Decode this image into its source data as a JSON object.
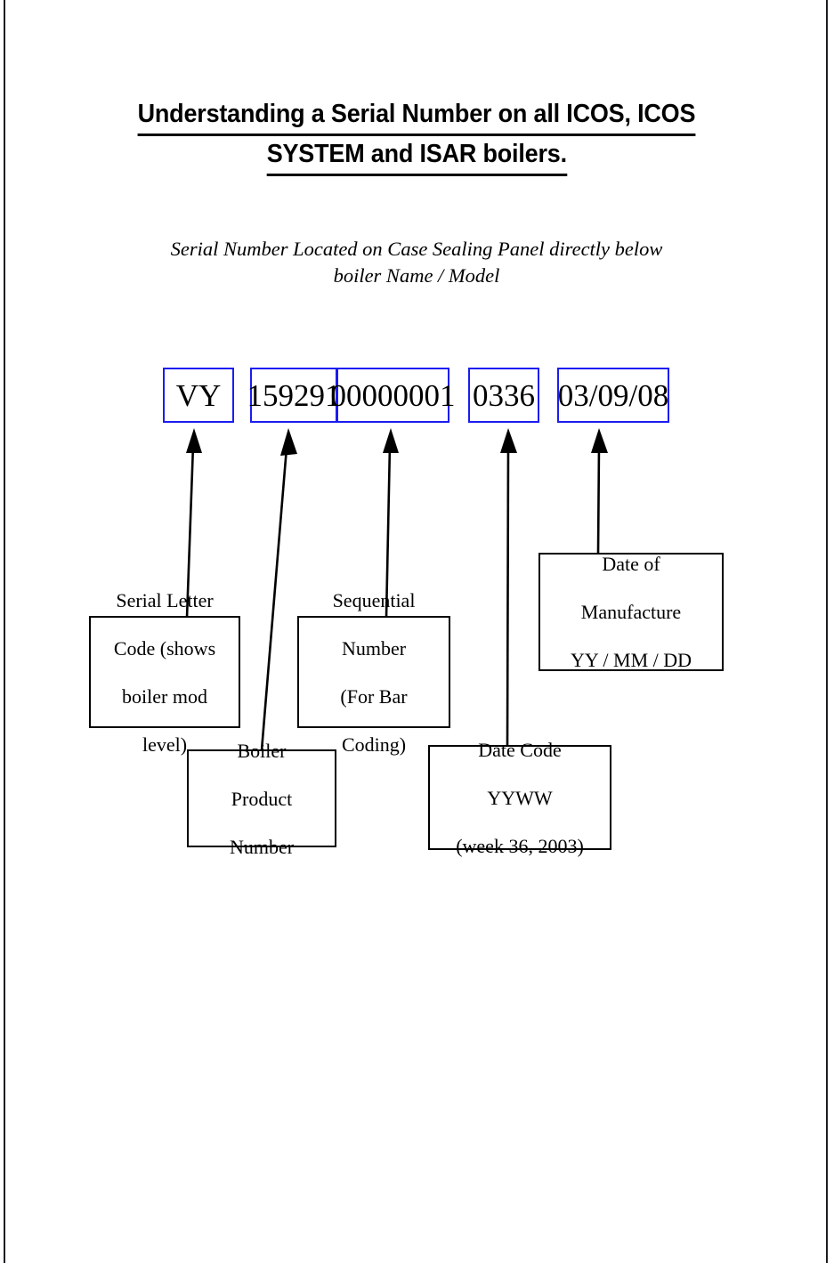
{
  "document": {
    "title_line_1": "Understanding a Serial Number on all ICOS, ICOS",
    "title_line_2": "SYSTEM and ISAR boilers.",
    "subtitle_line_1": "Serial Number Located on Case Sealing Panel directly below",
    "subtitle_line_2": "boiler Name / Model"
  },
  "colors": {
    "segment_border": "#1c1cf0",
    "callout_border": "#000000",
    "arrow": "#000000",
    "text": "#000000",
    "page_rule": "#1b1d21",
    "background": "#ffffff"
  },
  "serial_number": {
    "full_value": "VY 159291 00000001 0336 03/09/08",
    "segments": [
      {
        "id": "serial-letter-code",
        "value": "VY"
      },
      {
        "id": "boiler-product-number",
        "value": "159291"
      },
      {
        "id": "sequential-number",
        "value": "00000001"
      },
      {
        "id": "date-code",
        "value": "0336"
      },
      {
        "id": "date-of-manufacture",
        "value": "03/09/08"
      }
    ]
  },
  "callouts": [
    {
      "id": "serial-letter-code",
      "lines": [
        "Serial Letter",
        "Code (shows",
        "boiler mod",
        "level)"
      ]
    },
    {
      "id": "sequential-number",
      "lines": [
        "Sequential",
        "Number",
        "(For Bar",
        "Coding)"
      ]
    },
    {
      "id": "boiler-product-number",
      "lines": [
        "Boiler",
        "Product",
        "Number"
      ]
    },
    {
      "id": "date-code",
      "lines": [
        "Date Code",
        "YYWW",
        "(week 36, 2003)"
      ]
    },
    {
      "id": "date-of-manufacture",
      "lines": [
        "Date of",
        "Manufacture",
        "YY / MM / DD"
      ]
    }
  ]
}
